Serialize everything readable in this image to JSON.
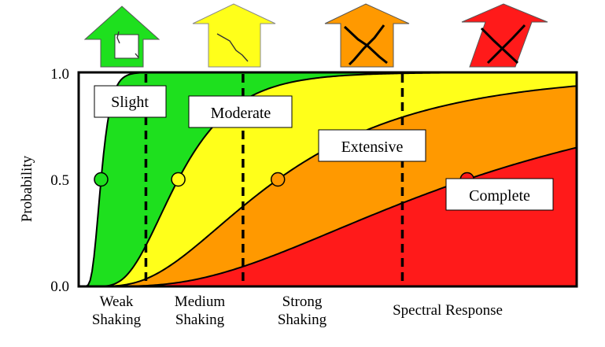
{
  "chart_data": {
    "type": "area",
    "title": "",
    "xlabel": "Spectral Response",
    "ylabel": "Probability",
    "ylim": [
      0,
      1
    ],
    "y_ticks": [
      "0.0",
      "0.5",
      "1.0"
    ],
    "x_markers": [
      {
        "line1": "Weak",
        "line2": "Shaking",
        "x": 0.135
      },
      {
        "line1": "Medium",
        "line2": "Shaking",
        "x": 0.33
      },
      {
        "line1": "Strong",
        "line2": "Shaking",
        "x": 0.65
      }
    ],
    "series": [
      {
        "name": "Slight",
        "color": "#1ee01e",
        "median": 0.045,
        "beta": 0.35,
        "icon": "house-slight-icon"
      },
      {
        "name": "Moderate",
        "color": "#ffff1a",
        "median": 0.2,
        "beta": 0.45,
        "icon": "house-moderate-icon"
      },
      {
        "name": "Extensive",
        "color": "#ff9900",
        "median": 0.4,
        "beta": 0.6,
        "icon": "house-extensive-icon"
      },
      {
        "name": "Complete",
        "color": "#ff1a1a",
        "median": 0.78,
        "beta": 0.65,
        "icon": "house-complete-icon"
      }
    ],
    "grid": false,
    "legend": "none"
  }
}
